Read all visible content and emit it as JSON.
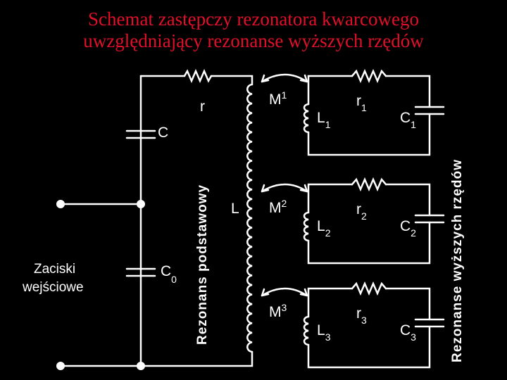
{
  "title": {
    "line1": "Schemat zastępczy rezonatora kwarcowego",
    "line2": "uwzględniający rezonanse wyższych rzędów"
  },
  "colors": {
    "background": "#000000",
    "title": "#e0102a",
    "circuit": "#ffffff"
  },
  "fundamental": {
    "capacitor": "C",
    "resistor": "r",
    "inductor": "L",
    "side_label": "Rezonans podstawowy"
  },
  "input": {
    "capacitor_main": "C",
    "capacitor_sub": "0",
    "terminal_label_line1": "Zaciski",
    "terminal_label_line2": "wejściowe"
  },
  "higher": {
    "side_label": "Rezonanse wyższych rzędów",
    "branches": [
      {
        "m": "M",
        "l": "L",
        "r": "r",
        "c": "C",
        "n": "1"
      },
      {
        "m": "M",
        "l": "L",
        "r": "r",
        "c": "C",
        "n": "2"
      },
      {
        "m": "M",
        "l": "L",
        "r": "r",
        "c": "C",
        "n": "3"
      }
    ]
  }
}
